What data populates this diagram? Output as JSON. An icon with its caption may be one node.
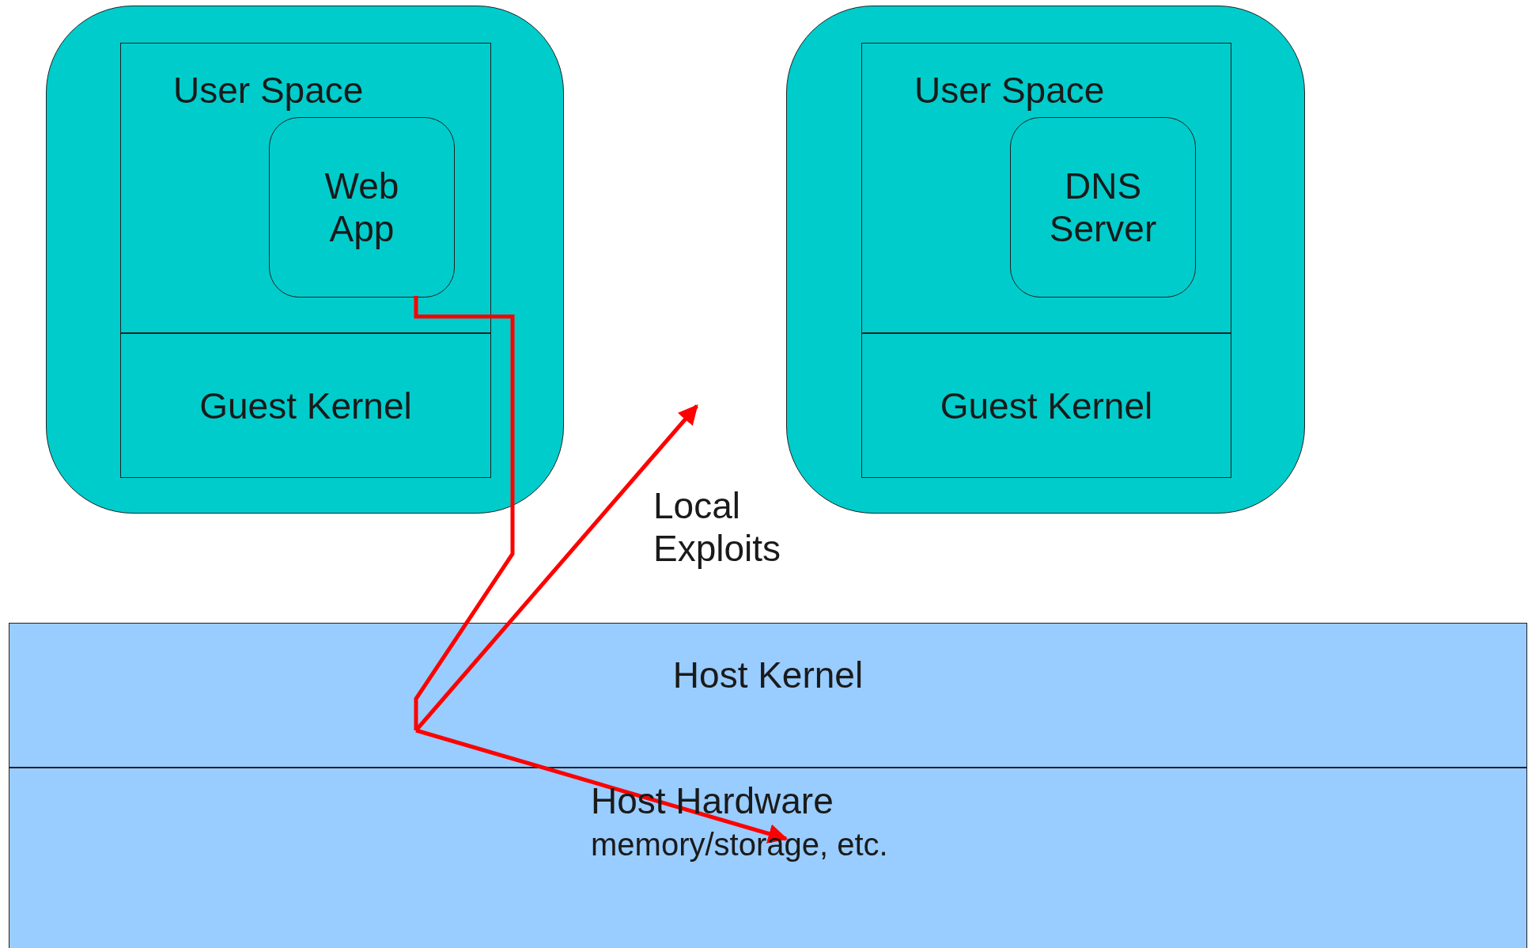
{
  "diagram": {
    "nodes": [
      {
        "text": [],
        "shape": "box"
      },
      {
        "text": [
          "User Space"
        ],
        "in": 0
      },
      {
        "text": [
          "Web App"
        ],
        "in": 1
      },
      {
        "text": [
          "Guest Kernel"
        ],
        "in": 0
      },
      {
        "text": [],
        "shape": "box"
      },
      {
        "text": [
          "User Space"
        ],
        "in": 4
      },
      {
        "text": [
          "DNS Server"
        ],
        "in": 5
      },
      {
        "text": [
          "Guest Kernel"
        ],
        "in": 4
      },
      {
        "text": [
          "Host Kernel"
        ]
      },
      {
        "text": [
          "Host Hardware",
          "memory/storage, etc."
        ]
      }
    ],
    "edges": [
      {
        "from": 2,
        "to": 8,
        "arrow": "none"
      },
      {
        "from": 8,
        "to": null,
        "arrow": "to",
        "label": "Local Exploits"
      },
      {
        "from": 8,
        "to": 9,
        "arrow": "to"
      }
    ]
  }
}
